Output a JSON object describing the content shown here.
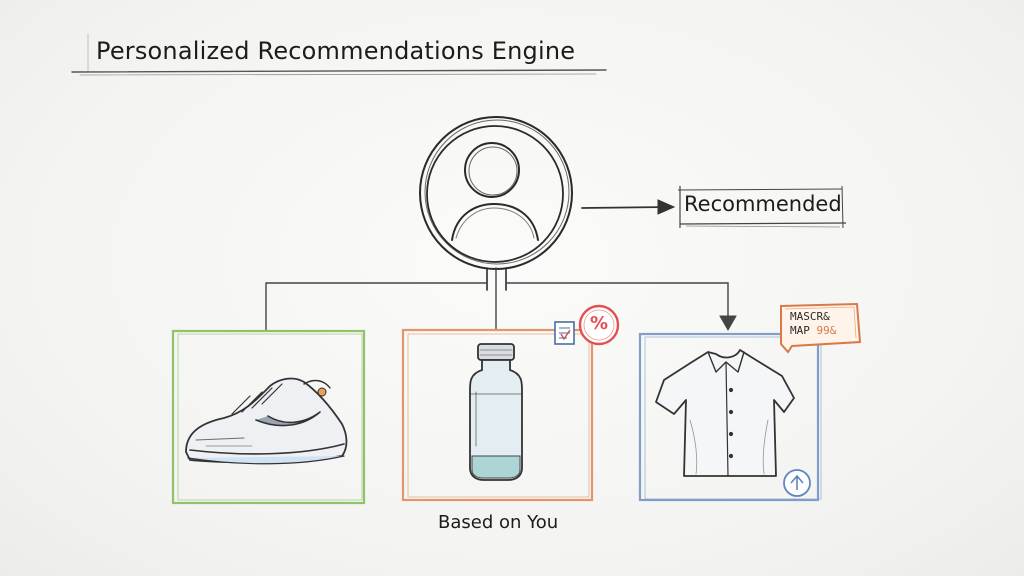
{
  "title": "Personalized Recommendations Engine",
  "recommended_label": "Recommended",
  "caption": "Based on You",
  "tag": {
    "line1": "MASCR&",
    "line2": "MAP",
    "line2_accent": "99&"
  },
  "badge_symbol": "%",
  "icons": [
    "user-avatar-icon",
    "arrow-right-icon",
    "sneaker-icon",
    "water-bottle-icon",
    "shirt-icon",
    "discount-badge-icon",
    "checklist-icon",
    "upload-badge-icon"
  ],
  "colors": {
    "green_frame": "#8fc26a",
    "orange_frame": "#e4956a",
    "blue_frame": "#7f9fc8",
    "red_badge": "#e35050"
  }
}
